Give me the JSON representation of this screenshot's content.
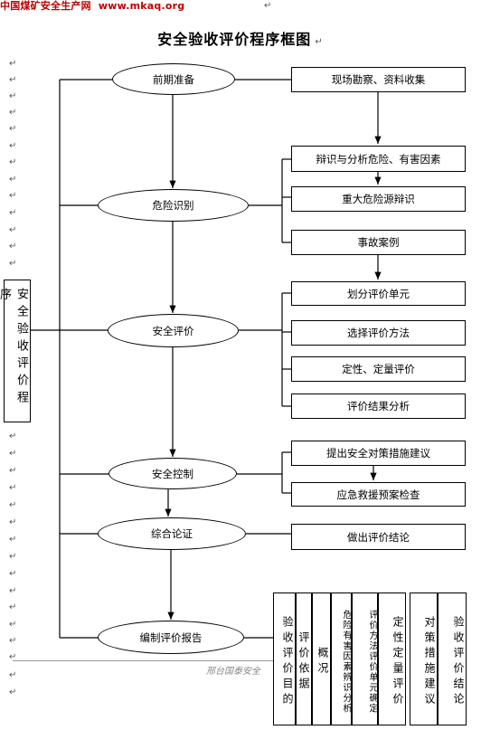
{
  "header": {
    "site_name": "中国煤矿安全生产网",
    "url": "www.mkaq.org"
  },
  "title": "安全验收评价程序框图",
  "side_label": "安全验收评价程序",
  "stages": [
    {
      "label": "前期准备"
    },
    {
      "label": "危险识别"
    },
    {
      "label": "安全评价"
    },
    {
      "label": "安全控制"
    },
    {
      "label": "综合论证"
    },
    {
      "label": "编制评价报告"
    }
  ],
  "steps": [
    {
      "label": "现场勘察、资料收集"
    },
    {
      "label": "辩识与分析危险、有害因素"
    },
    {
      "label": "重大危险源辩识"
    },
    {
      "label": "事故案例"
    },
    {
      "label": "划分评价单元"
    },
    {
      "label": "选择评价方法"
    },
    {
      "label": "定性、定量评价"
    },
    {
      "label": "评价结果分析"
    },
    {
      "label": "提出安全对策措施建议"
    },
    {
      "label": "应急救援预案检查"
    },
    {
      "label": "做出评价结论"
    }
  ],
  "report_sections": [
    {
      "label": "验收评价目的"
    },
    {
      "label": "评价依据"
    },
    {
      "label": "概况"
    },
    {
      "label": "危险有害因素辨识分析"
    },
    {
      "label": "评价方法评价单元确定"
    },
    {
      "label": "定性定量评价"
    },
    {
      "label": "对策措施建议"
    },
    {
      "label": "验收评价结论"
    }
  ],
  "footer_text": "邢台国泰安全"
}
